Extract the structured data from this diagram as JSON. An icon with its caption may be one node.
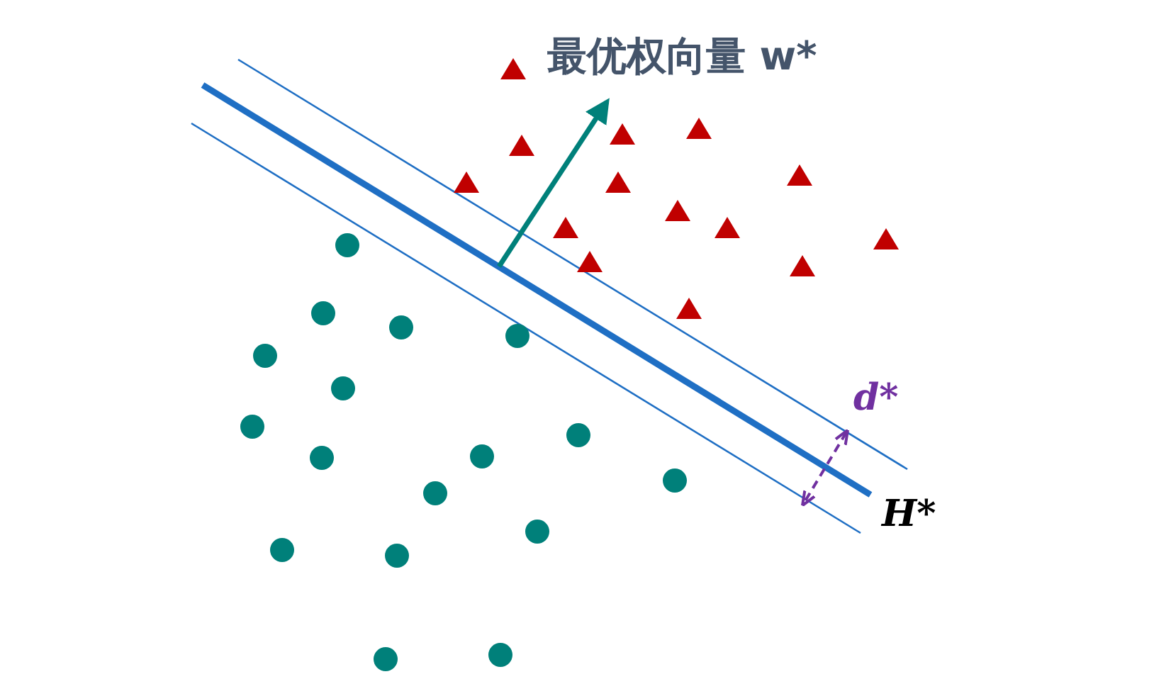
{
  "diagram": {
    "labels": [
      "最优权向量 w*",
      "d*",
      "H*"
    ]
  }
}
